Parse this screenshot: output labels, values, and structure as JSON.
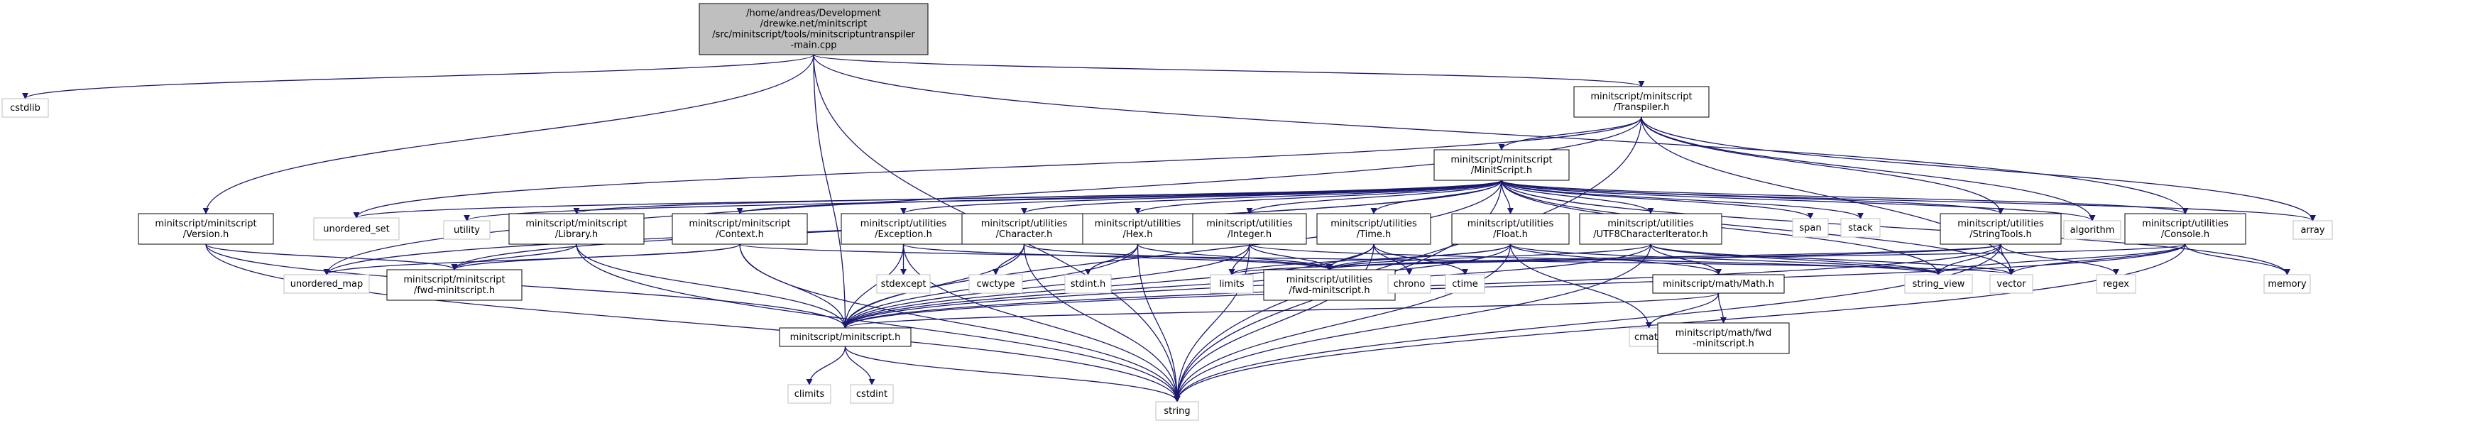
{
  "colors": {
    "edge": "#191970",
    "root_fill": "#bfbfbf",
    "node_border": "#000000",
    "ext_border": "#bfbfbf"
  },
  "nodes": [
    {
      "id": "root",
      "lines": [
        "/home/andreas/Development",
        "/drewke.net/minitscript",
        "/src/minitscript/tools/minitscriptuntranspiler",
        "-main.cpp"
      ],
      "kind": "root"
    },
    {
      "id": "cstdlib",
      "lines": [
        "cstdlib"
      ],
      "kind": "ext"
    },
    {
      "id": "transpiler",
      "lines": [
        "minitscript/minitscript",
        "/Transpiler.h"
      ],
      "kind": "box"
    },
    {
      "id": "version",
      "lines": [
        "minitscript/minitscript",
        "/Version.h"
      ],
      "kind": "box"
    },
    {
      "id": "unordered_set",
      "lines": [
        "unordered_set"
      ],
      "kind": "ext"
    },
    {
      "id": "minitscript_h",
      "lines": [
        "minitscript/minitscript",
        "/MinitScript.h"
      ],
      "kind": "box"
    },
    {
      "id": "utility",
      "lines": [
        "utility"
      ],
      "kind": "ext"
    },
    {
      "id": "library",
      "lines": [
        "minitscript/minitscript",
        "/Library.h"
      ],
      "kind": "box"
    },
    {
      "id": "context",
      "lines": [
        "minitscript/minitscript",
        "/Context.h"
      ],
      "kind": "box"
    },
    {
      "id": "exception",
      "lines": [
        "minitscript/utilities",
        "/Exception.h"
      ],
      "kind": "box"
    },
    {
      "id": "character",
      "lines": [
        "minitscript/utilities",
        "/Character.h"
      ],
      "kind": "box"
    },
    {
      "id": "hex",
      "lines": [
        "minitscript/utilities",
        "/Hex.h"
      ],
      "kind": "box"
    },
    {
      "id": "integer",
      "lines": [
        "minitscript/utilities",
        "/Integer.h"
      ],
      "kind": "box"
    },
    {
      "id": "time",
      "lines": [
        "minitscript/utilities",
        "/Time.h"
      ],
      "kind": "box"
    },
    {
      "id": "float",
      "lines": [
        "minitscript/utilities",
        "/Float.h"
      ],
      "kind": "box"
    },
    {
      "id": "utf8",
      "lines": [
        "minitscript/utilities",
        "/UTF8CharacterIterator.h"
      ],
      "kind": "box"
    },
    {
      "id": "span",
      "lines": [
        "span"
      ],
      "kind": "ext"
    },
    {
      "id": "stack",
      "lines": [
        "stack"
      ],
      "kind": "ext"
    },
    {
      "id": "stringtools",
      "lines": [
        "minitscript/utilities",
        "/StringTools.h"
      ],
      "kind": "box"
    },
    {
      "id": "algorithm",
      "lines": [
        "algorithm"
      ],
      "kind": "ext"
    },
    {
      "id": "console",
      "lines": [
        "minitscript/utilities",
        "/Console.h"
      ],
      "kind": "box"
    },
    {
      "id": "array",
      "lines": [
        "array"
      ],
      "kind": "ext"
    },
    {
      "id": "unordered_map",
      "lines": [
        "unordered_map"
      ],
      "kind": "ext"
    },
    {
      "id": "fwd_mini",
      "lines": [
        "minitscript/minitscript",
        "/fwd-minitscript.h"
      ],
      "kind": "box"
    },
    {
      "id": "stdexcept",
      "lines": [
        "stdexcept"
      ],
      "kind": "ext"
    },
    {
      "id": "cwctype",
      "lines": [
        "cwctype"
      ],
      "kind": "ext"
    },
    {
      "id": "stdint",
      "lines": [
        "stdint.h"
      ],
      "kind": "ext"
    },
    {
      "id": "limits",
      "lines": [
        "limits"
      ],
      "kind": "ext"
    },
    {
      "id": "fwd_util",
      "lines": [
        "minitscript/utilities",
        "/fwd-minitscript.h"
      ],
      "kind": "box"
    },
    {
      "id": "chrono",
      "lines": [
        "chrono"
      ],
      "kind": "ext"
    },
    {
      "id": "ctime",
      "lines": [
        "ctime"
      ],
      "kind": "ext"
    },
    {
      "id": "mathh",
      "lines": [
        "minitscript/math/Math.h"
      ],
      "kind": "box"
    },
    {
      "id": "string_view",
      "lines": [
        "string_view"
      ],
      "kind": "ext"
    },
    {
      "id": "vector",
      "lines": [
        "vector"
      ],
      "kind": "ext"
    },
    {
      "id": "regex",
      "lines": [
        "regex"
      ],
      "kind": "ext"
    },
    {
      "id": "memory",
      "lines": [
        "memory"
      ],
      "kind": "ext"
    },
    {
      "id": "minitscript_core",
      "lines": [
        "minitscript/minitscript.h"
      ],
      "kind": "box"
    },
    {
      "id": "cmath",
      "lines": [
        "cmath"
      ],
      "kind": "ext"
    },
    {
      "id": "math_fwd",
      "lines": [
        "minitscript/math/fwd",
        "-minitscript.h"
      ],
      "kind": "box"
    },
    {
      "id": "climits",
      "lines": [
        "climits"
      ],
      "kind": "ext"
    },
    {
      "id": "cstdint",
      "lines": [
        "cstdint"
      ],
      "kind": "ext"
    },
    {
      "id": "string",
      "lines": [
        "string"
      ],
      "kind": "ext"
    }
  ]
}
